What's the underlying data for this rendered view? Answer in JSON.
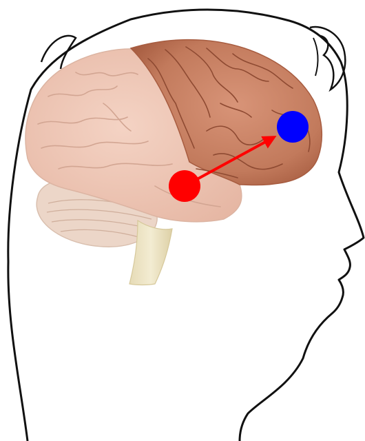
{
  "figure": {
    "subject": "brain-in-head-profile",
    "regions": [
      {
        "id": "frontal-lobe",
        "color": "#c9866a"
      },
      {
        "id": "posterior-cortex",
        "color": "#ecc5b4"
      },
      {
        "id": "cerebellum",
        "color": "#e8d2c3"
      },
      {
        "id": "brainstem",
        "color": "#ece3c2"
      }
    ],
    "markers": [
      {
        "id": "source-marker",
        "color": "#ff0000"
      },
      {
        "id": "target-marker",
        "color": "#0000ff"
      }
    ],
    "arrow": {
      "from": "source-marker",
      "to": "target-marker",
      "color": "#ff0000"
    },
    "outline_color": "#111111"
  }
}
